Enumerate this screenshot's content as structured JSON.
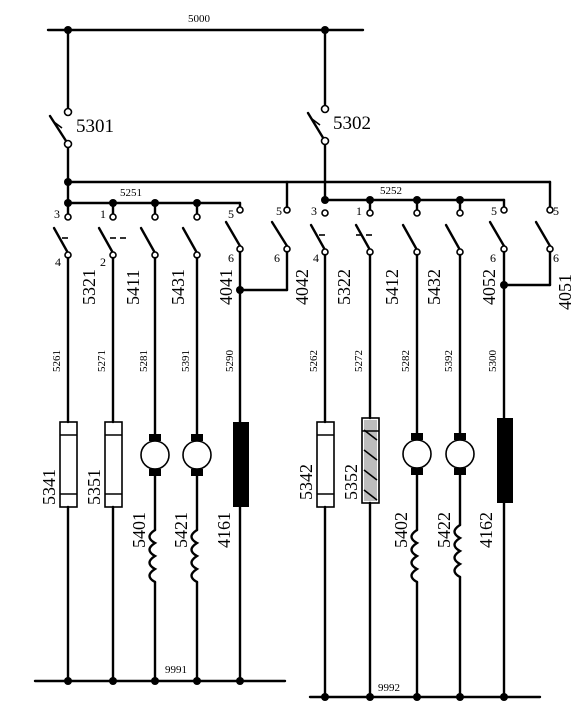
{
  "bus": {
    "top": "5000",
    "left_branch": "5251",
    "right_branch": "5252",
    "bottom_left": "9991",
    "bottom_right": "9992"
  },
  "main_switches": [
    "5301",
    "5302"
  ],
  "left_group": {
    "switch_labels": [
      "5321",
      "5411",
      "5431",
      "4041"
    ],
    "terminal_top": [
      "3",
      "1",
      "5"
    ],
    "terminal_bottom": [
      "4",
      "2",
      "6"
    ],
    "wire_labels": [
      "5261",
      "5271",
      "5281",
      "5391",
      "5290"
    ],
    "fuses": [
      "5341",
      "5351"
    ],
    "motors": [
      "5401",
      "5421"
    ],
    "coil": "4161"
  },
  "right_group": {
    "switch_labels": [
      "4042",
      "5322",
      "5412",
      "5432",
      "4052",
      "4051"
    ],
    "terminal_top": [
      "5",
      "3",
      "1",
      "5",
      "5"
    ],
    "terminal_bottom": [
      "6",
      "4",
      "6",
      "6"
    ],
    "wire_labels": [
      "5262",
      "5272",
      "5282",
      "5392",
      "5300"
    ],
    "fuses": [
      "5342",
      "5352"
    ],
    "motors": [
      "5402",
      "5422"
    ],
    "coil": "4162"
  }
}
